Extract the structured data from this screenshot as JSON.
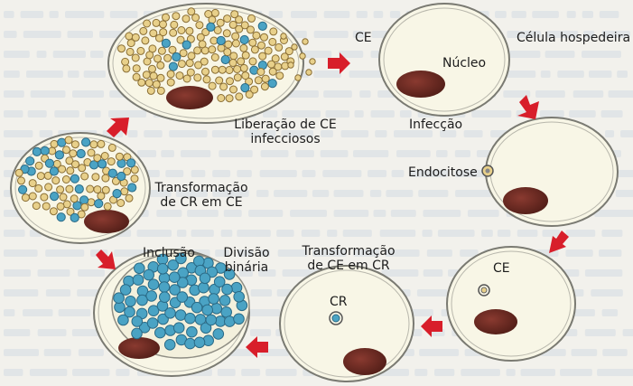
{
  "labels": {
    "ce_top": "CE",
    "host_cell": "Célula hospedeira",
    "nucleus": "Núcleo",
    "release_line1": "Liberação de CE",
    "release_line2": "infecciosos",
    "infection": "Infecção",
    "endocytosis": "Endocitose",
    "transf_cr_ce_line1": "Transformação",
    "transf_cr_ce_line2": "de CR em CE",
    "inclusion": "Inclusão",
    "binary_line1": "Divisão",
    "binary_line2": "binária",
    "transf_ce_cr_line1": "Transformação",
    "transf_ce_cr_line2": "de CE em CR",
    "ce_inside": "CE",
    "cr_inside": "CR"
  },
  "colors": {
    "background_text": "#d4dbe4",
    "cell_fill": "#f8f6e6",
    "cell_stroke": "#7a7a72",
    "nucleus": "#6a2a22",
    "elementary_body": "#e8d08a",
    "reticulate_body": "#4aa3c4",
    "arrow": "#d81e2a"
  }
}
